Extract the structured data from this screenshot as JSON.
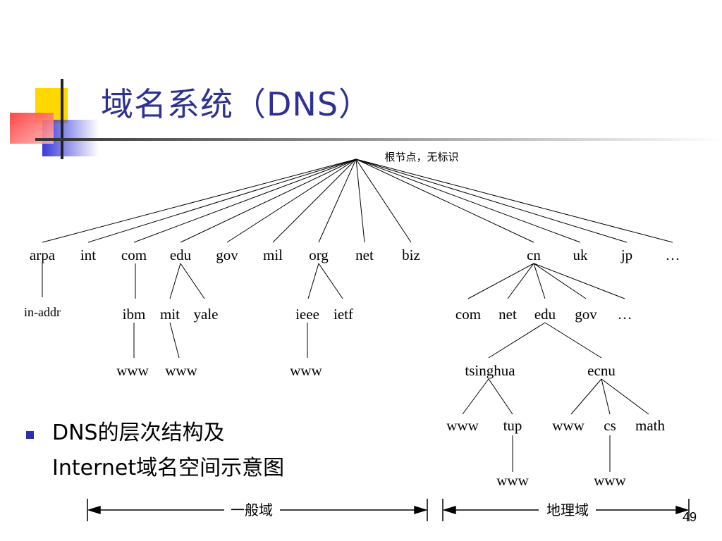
{
  "slide": {
    "title": "域名系统（DNS）",
    "bullet_lines": [
      "DNS的层次结构及",
      "Internet域名空间示意图"
    ],
    "page_number": "49",
    "colors": {
      "title": "#2e3192",
      "bullet": "#2e2ea8",
      "deco_yellow": "#ffd800",
      "deco_blue": "#3a3ad8",
      "deco_red": "#ff4d4d"
    }
  },
  "tree": {
    "root_label": "根节点，无标识",
    "tld": [
      "arpa",
      "int",
      "com",
      "edu",
      "gov",
      "mil",
      "org",
      "net",
      "biz",
      "cn",
      "uk",
      "jp",
      "…"
    ],
    "second_level": {
      "arpa": [
        "in-addr"
      ],
      "com": [
        "ibm"
      ],
      "edu": [
        "mit",
        "yale"
      ],
      "org": [
        "ieee",
        "ietf"
      ],
      "cn": [
        "com",
        "net",
        "edu",
        "gov",
        "…"
      ]
    },
    "third_level": {
      "ibm": [
        "www"
      ],
      "mit": [
        "www"
      ],
      "ieee": [
        "www"
      ],
      "cn_edu": [
        "tsinghua",
        "ecnu"
      ]
    },
    "fourth_level": {
      "tsinghua": [
        "www",
        "tup"
      ],
      "ecnu": [
        "www",
        "cs",
        "math"
      ]
    },
    "fifth_level": {
      "tup": [
        "www"
      ],
      "cs": [
        "www"
      ]
    }
  },
  "ranges": {
    "general": "一般域",
    "geographic": "地理域"
  }
}
